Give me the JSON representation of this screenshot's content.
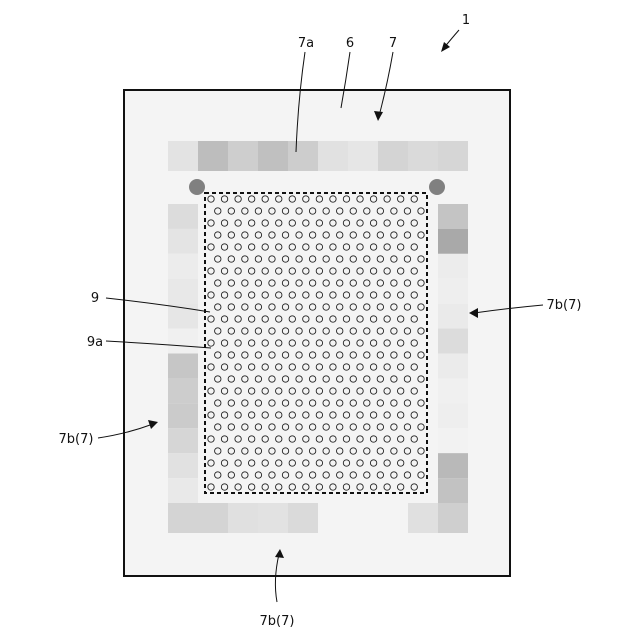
{
  "labels": {
    "device": "1",
    "substrate": "6",
    "mark_group": "7",
    "mark_top": "7a",
    "mark_side_right": "7b(7)",
    "mark_side_left": "7b(7)",
    "mark_bottom": "7b(7)",
    "region": "9",
    "hole": "9a"
  },
  "colors": {
    "frame_fill": "#f4f4f4",
    "frame_stroke": "#111111",
    "fiducial": "#808080",
    "region_border": "#111111",
    "hole_stroke": "#222222"
  },
  "mark_rows": {
    "top": [
      "#e3e3e3",
      "#bdbdbd",
      "#cecece",
      "#c0c0c0",
      "#cdcdcd",
      "#e1e1e1",
      "#e6e6e6",
      "#d4d4d4",
      "#dadada",
      "#d6d6d6"
    ],
    "bottom": [
      "#d4d4d4",
      "#d4d4d4",
      "#e0e0e0",
      "#e2e2e2",
      "#dadada",
      "#f4f4f4",
      "#f4f4f4",
      "#f4f4f4",
      "#e0e0e0",
      "#cfcfcf"
    ],
    "left": [
      "#dcdcdc",
      "#e4e4e4",
      "#ececec",
      "#e8e8e8",
      "#e6e6e6",
      "#f0f0f0",
      "#c6c6c6",
      "#cdcdcd",
      "#cbcbcb",
      "#d6d6d6",
      "#e1e1e1",
      "#e9e9e9"
    ],
    "right": [
      "#c4c4c4",
      "#a9a9a9",
      "#ececec",
      "#eeeeee",
      "#eaeaea",
      "#dcdcdc",
      "#ebebeb",
      "#f0f0f0",
      "#eeeeee",
      "#f2f2f2",
      "#b9b9b9",
      "#c2c2c2"
    ]
  },
  "hole_grid": {
    "rows": 25,
    "columns": 16
  }
}
